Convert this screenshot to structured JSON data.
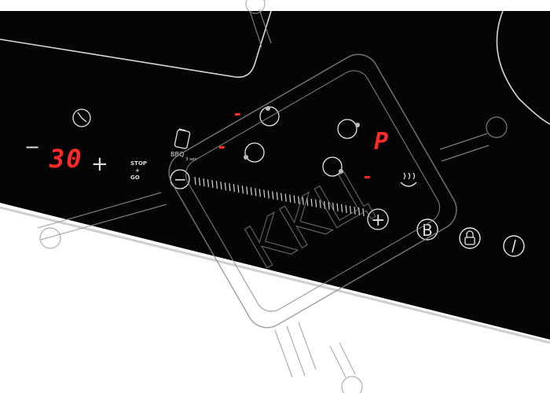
{
  "cooktop": {
    "colors": {
      "glass": "#050505",
      "edge": "#d9d9d9",
      "led": "#ff2a2a",
      "print": "#e6e6e6"
    },
    "timer": {
      "icon": "clock-icon",
      "minus_label": "−",
      "plus_label": "+",
      "display_value": "30"
    },
    "stop_go": {
      "line1": "STOP",
      "line2": "+",
      "line3": "GO"
    },
    "bbq": {
      "icon": "bbq-grill-icon",
      "label": "BBQ",
      "sub_label": "3 sec"
    },
    "zones": [
      {
        "icon": "zone-rear-left-icon",
        "indicator": "-"
      },
      {
        "icon": "zone-front-left-icon",
        "indicator": "-"
      },
      {
        "icon": "zone-rear-right-icon",
        "indicator": "P"
      },
      {
        "icon": "zone-front-right-icon",
        "indicator": "-"
      }
    ],
    "slider": {
      "minus_label": "−",
      "plus_label": "+"
    },
    "keep_warm": {
      "icon": "keep-warm-icon"
    },
    "bridge": {
      "label": "B"
    },
    "lock": {
      "icon": "lock-icon"
    },
    "power": {
      "icon": "power-icon"
    }
  },
  "watermark": {
    "text": "KKЦ"
  }
}
